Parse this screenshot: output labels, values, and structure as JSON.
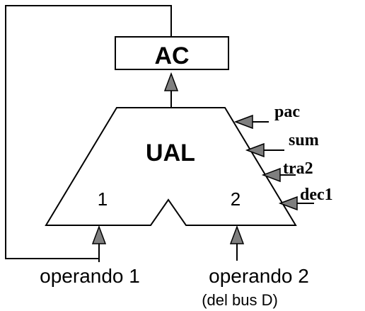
{
  "diagram": {
    "accumulator_label": "AC",
    "alu_label": "UAL",
    "alu_input_1_label": "1",
    "alu_input_2_label": "2",
    "control_signals": [
      "pac",
      "sum",
      "tra2",
      "dec1"
    ],
    "operand_1_label": "operando 1",
    "operand_2_label": "operando 2",
    "operand_2_source": "(del bus D)",
    "stroke_color": "#000000",
    "arrowhead_color": "#7f7f7f"
  }
}
